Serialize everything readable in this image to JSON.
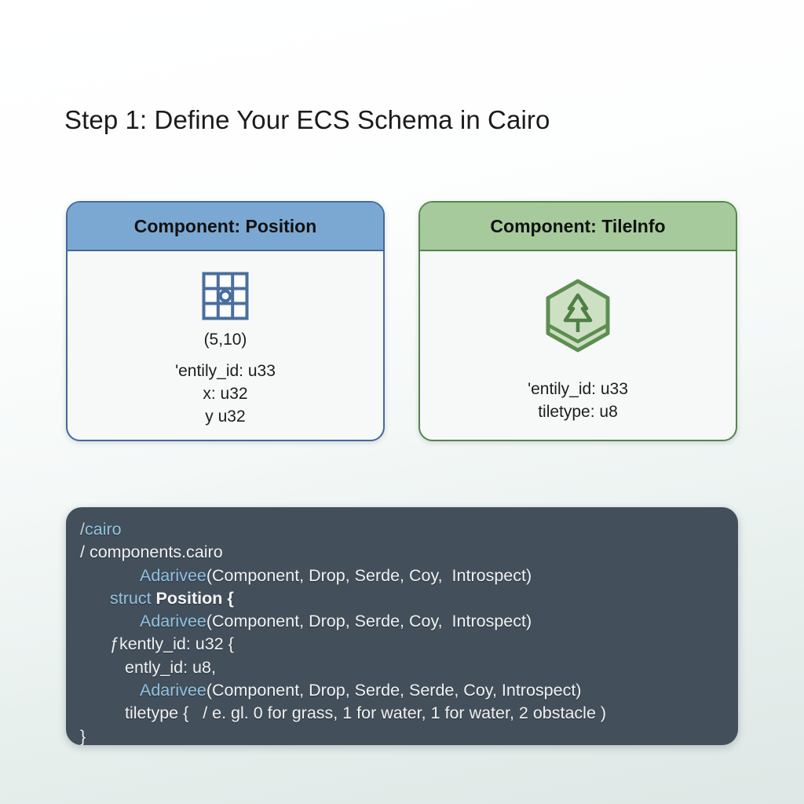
{
  "page": {
    "title": "Step 1: Define Your ECS Schema in Cairo",
    "background_top": "#ffffff",
    "background_bottom": "#dee7e5"
  },
  "cards": [
    {
      "id": "position",
      "header": "Component: Position",
      "accent": "#7ba8d2",
      "border": "#44699d",
      "icon": "grid-3x3-with-center-dot-icon",
      "coord_label": "(5,10)",
      "fields": [
        "'entily_id: u33",
        "x: u32",
        "y u32"
      ]
    },
    {
      "id": "tileinfo",
      "header": "Component: TileInfo",
      "accent": "#a6ca9b",
      "border": "#54864a",
      "icon": "hexagon-pine-tree-icon",
      "coord_label": "",
      "fields": [
        "'entily_id: u33",
        "tiletype: u8"
      ]
    }
  ],
  "code": {
    "background": "#434f5a",
    "keyword_color": "#8fc3e2",
    "text_color": "#e3e6e8",
    "lines": [
      {
        "indent": 0,
        "parts": [
          {
            "text": "/",
            "style": "slash"
          },
          {
            "text": "cairo",
            "style": "blue"
          }
        ]
      },
      {
        "indent": 0,
        "parts": [
          {
            "text": "/ components.cairo",
            "style": "plain"
          }
        ]
      },
      {
        "indent": 4,
        "parts": [
          {
            "text": "Adarivee",
            "style": "blue"
          },
          {
            "text": "(Component, Drop, Serde, Coy,  Introspect)",
            "style": "plain"
          }
        ]
      },
      {
        "indent": 2,
        "parts": [
          {
            "text": "struct ",
            "style": "blue"
          },
          {
            "text": "Position {",
            "style": "bold"
          }
        ]
      },
      {
        "indent": 4,
        "parts": [
          {
            "text": "Adarivee",
            "style": "blue"
          },
          {
            "text": "(Component, Drop, Serde, Coy,  Introspect)",
            "style": "plain"
          }
        ]
      },
      {
        "indent": 2,
        "parts": [
          {
            "text": "ƒkently_id: u32 {",
            "style": "plain"
          }
        ]
      },
      {
        "indent": 3,
        "parts": [
          {
            "text": "ently_id: u8,",
            "style": "plain"
          }
        ]
      },
      {
        "indent": 4,
        "parts": [
          {
            "text": "Adarivee",
            "style": "blue"
          },
          {
            "text": "(Component, Drop, Serde, Serde, Coy, Introspect)",
            "style": "plain"
          }
        ]
      },
      {
        "indent": 3,
        "parts": [
          {
            "text": "tiletype {   / e. gl. 0 for grass, 1 for water, 1 for water, 2 obstacle )",
            "style": "plain"
          }
        ]
      },
      {
        "indent": 0,
        "parts": [
          {
            "text": "}",
            "style": "plain"
          }
        ]
      }
    ]
  }
}
